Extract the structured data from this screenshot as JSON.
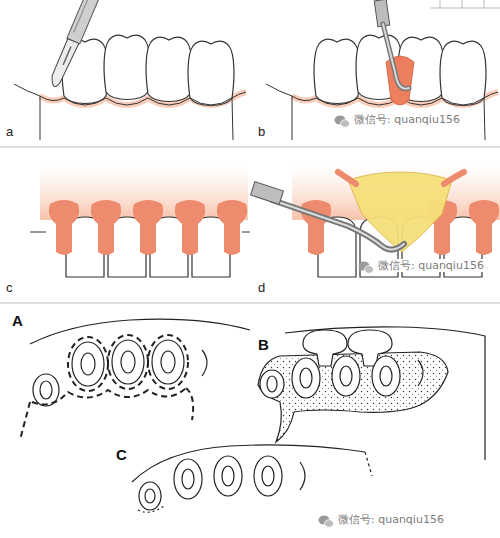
{
  "diagram": {
    "labels": [
      "a",
      "b",
      "微信号: quanqiu156",
      "c",
      "d",
      "微信号: quanqiu156",
      "A",
      "B",
      "C",
      "微信号: quanqiu156"
    ]
  }
}
